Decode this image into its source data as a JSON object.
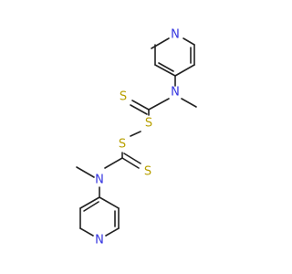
{
  "molecule": {
    "colors": {
      "bond": "#222222",
      "N": "#3333e0",
      "S": "#b8a000",
      "background": "#ffffff"
    },
    "atoms": {
      "n_top": {
        "element": "N",
        "label": "N"
      },
      "n_amide_top": {
        "element": "N",
        "label": "N"
      },
      "s_thione_top": {
        "element": "S",
        "label": "S"
      },
      "s_link_top": {
        "element": "S",
        "label": "S"
      },
      "s_link_bottom": {
        "element": "S",
        "label": "S"
      },
      "n_amide_bottom": {
        "element": "N",
        "label": "N"
      },
      "s_thione_bottom": {
        "element": "S",
        "label": "S"
      },
      "n_bottom": {
        "element": "N",
        "label": "N"
      }
    }
  }
}
